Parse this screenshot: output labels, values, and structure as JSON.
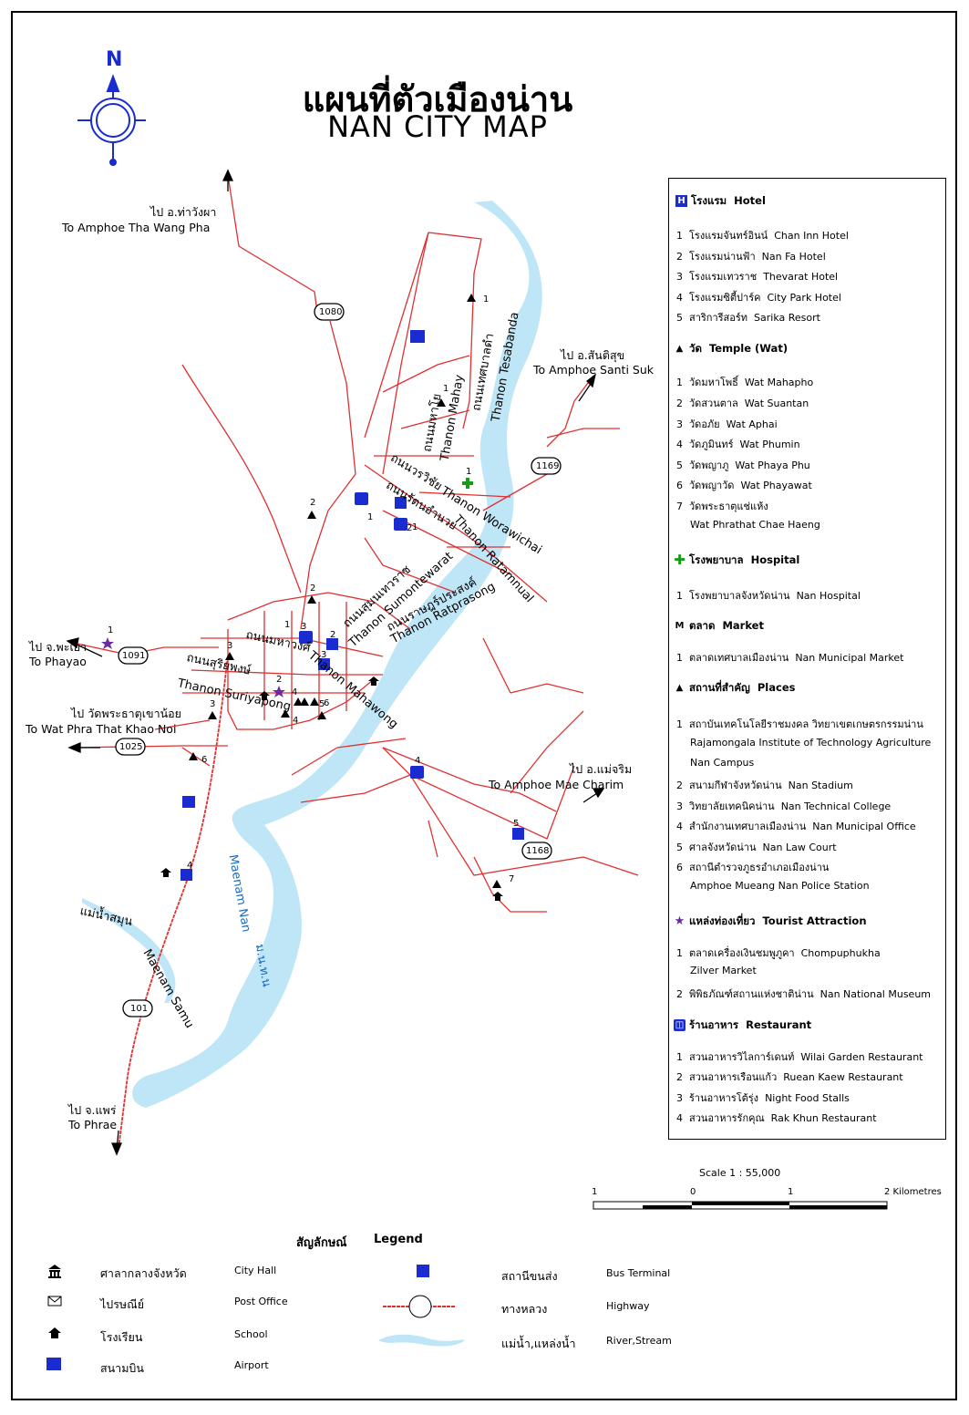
{
  "title": {
    "thai": "แผนที่ตัวเมืองน่าน",
    "english": "NAN CITY MAP"
  },
  "compass": {
    "letter": "N"
  },
  "destinations": [
    {
      "thai": "ไป อ.ท่าวังผา",
      "english": "To Amphoe Tha Wang Pha"
    },
    {
      "thai": "ไป อ.สันติสุข",
      "english": "To Amphoe Santi Suk"
    },
    {
      "thai": "ไป จ.พะเยา",
      "english": "To Phayao"
    },
    {
      "thai": "ไป วัดพระธาตุเขาน้อย",
      "english": "To Wat Phra That Khao Noi"
    },
    {
      "thai": "ไป อ.แม่จริม",
      "english": "To Amphoe Mae Charim"
    },
    {
      "thai": "ไป จ.แพร่",
      "english": "To Phrae"
    }
  ],
  "routes": [
    "1080",
    "1169",
    "1091",
    "1025",
    "1168",
    "101"
  ],
  "roads": [
    "ถนนเทศบาลดำ",
    "Thanon Tesabanda",
    "ถนนมหาโย",
    "Thanon Mahay",
    "ถนนวรวิชัย",
    "Thanon Worawichai",
    "ถนนรัตนอำนวย",
    "Thanon Ratamnual",
    "ถนนสุมนเทวราช",
    "Thanon Sumontewarat",
    "ถนนราษฎร์ประสงค์",
    "Thanon Ratprasong",
    "ถนนมหาวงศ์",
    "Thanon Mahawong",
    "ถนนสุริยพงษ์",
    "Thanon Suriyapong"
  ],
  "rivers": [
    "แม่น้ำสมุน",
    "Maenam Samu",
    "Maenam Nan",
    "ม.น.ท.น"
  ],
  "map_numbers": [
    "1",
    "1",
    "1",
    "2",
    "1",
    "2",
    "2",
    "1",
    "3",
    "1",
    "2",
    "3",
    "3",
    "2",
    "4",
    "4",
    "6",
    "3",
    "5",
    "6",
    "4",
    "5",
    "7",
    "4",
    "1"
  ],
  "legend": {
    "hotel": {
      "title_th": "โรงแรม",
      "title_en": "Hotel",
      "items": [
        {
          "n": "1",
          "th": "โรงแรมจันทร์อินน์",
          "en": "Chan Inn Hotel"
        },
        {
          "n": "2",
          "th": "โรงแรมน่านฟ้า",
          "en": "Nan Fa Hotel"
        },
        {
          "n": "3",
          "th": "โรงแรมเทวราช",
          "en": "Thevarat Hotel"
        },
        {
          "n": "4",
          "th": "โรงแรมซิตี้ปาร์ค",
          "en": "City Park Hotel"
        },
        {
          "n": "5",
          "th": "สาริการีสอร์ท",
          "en": "Sarika Resort"
        }
      ]
    },
    "temple": {
      "title_th": "วัด",
      "title_en": "Temple (Wat)",
      "items": [
        {
          "n": "1",
          "th": "วัดมหาโพธิ์",
          "en": "Wat Mahapho"
        },
        {
          "n": "2",
          "th": "วัดสวนตาล",
          "en": "Wat Suantan"
        },
        {
          "n": "3",
          "th": "วัดอภัย",
          "en": "Wat Aphai"
        },
        {
          "n": "4",
          "th": "วัดภูมินทร์",
          "en": "Wat Phumin"
        },
        {
          "n": "5",
          "th": "วัดพญาภู",
          "en": "Wat Phaya Phu"
        },
        {
          "n": "6",
          "th": "วัดพญาวัด",
          "en": "Wat Phayawat"
        },
        {
          "n": "7",
          "th": "วัดพระธาตุแช่แห้ง",
          "en": ""
        }
      ],
      "extra": "Wat Phrathat Chae Haeng"
    },
    "hospital": {
      "title_th": "โรงพยาบาล",
      "title_en": "Hospital",
      "items": [
        {
          "n": "1",
          "th": "โรงพยาบาลจังหวัดน่าน",
          "en": "Nan Hospital"
        }
      ]
    },
    "market": {
      "symbol": "M",
      "title_th": "ตลาด",
      "title_en": "Market",
      "items": [
        {
          "n": "1",
          "th": "ตลาดเทศบาลเมืองน่าน",
          "en": "Nan Municipal Market"
        }
      ]
    },
    "places": {
      "title_th": "สถานที่สำคัญ",
      "title_en": "Places",
      "items": [
        {
          "n": "1",
          "th": "สถาบันเทคโนโลยีราชมงคล วิทยาเขตเกษตรกรรมน่าน",
          "en": ""
        },
        {
          "n": "2",
          "th": "สนามกีฬาจังหวัดน่าน",
          "en": "Nan Stadium"
        },
        {
          "n": "3",
          "th": "วิทยาลัยเทคนิคน่าน",
          "en": "Nan Technical College"
        },
        {
          "n": "4",
          "th": "สำนักงานเทศบาลเมืองน่าน",
          "en": "Nan Municipal Office"
        },
        {
          "n": "5",
          "th": "ศาลจังหวัดน่าน",
          "en": "Nan Law Court"
        },
        {
          "n": "6",
          "th": "สถานีตำรวจภูธรอำเภอเมืองน่าน",
          "en": ""
        }
      ],
      "extra1a": "Rajamongala Institute of Technology Agriculture",
      "extra1b": "Nan Campus",
      "extra6": "Amphoe Mueang Nan Police Station"
    },
    "tourist": {
      "title_th": "แหล่งท่องเที่ยว",
      "title_en": "Tourist Attraction",
      "items": [
        {
          "n": "1",
          "th": "ตลาดเครื่องเงินชมพูภูคา",
          "en": "Chompuphukha"
        },
        {
          "n": "2",
          "th": "พิพิธภัณฑ์สถานแห่งชาติน่าน",
          "en": "Nan National Museum"
        }
      ],
      "extra1": "Zilver Market"
    },
    "restaurant": {
      "title_th": "ร้านอาหาร",
      "title_en": "Restaurant",
      "items": [
        {
          "n": "1",
          "th": "สวนอาหารวิไลการ์เดนท์",
          "en": "Wilai Garden Restaurant"
        },
        {
          "n": "2",
          "th": "สวนอาหารเรือนแก้ว",
          "en": "Ruean Kaew Restaurant"
        },
        {
          "n": "3",
          "th": "ร้านอาหารโต้รุ่ง",
          "en": "Night Food Stalls"
        },
        {
          "n": "4",
          "th": "สวนอาหารรักคุณ",
          "en": "Rak Khun Restaurant"
        }
      ]
    }
  },
  "scale": {
    "label": "Scale 1 : 55,000",
    "ticks": [
      "1",
      "0",
      "1",
      "2 Kilometres"
    ]
  },
  "bottom_legend": {
    "title_th": "สัญลักษณ์",
    "title_en": "Legend",
    "items": [
      {
        "th": "ศาลากลางจังหวัด",
        "en": "City Hall",
        "icon": "city-hall-icon"
      },
      {
        "th": "ไปรษณีย์",
        "en": "Post Office",
        "icon": "post-office-icon"
      },
      {
        "th": "โรงเรียน",
        "en": "School",
        "icon": "school-icon"
      },
      {
        "th": "สนามบิน",
        "en": "Airport",
        "icon": "airport-icon"
      },
      {
        "th": "สถานีขนส่ง",
        "en": "Bus Terminal",
        "icon": "bus-terminal-icon"
      },
      {
        "th": "ทางหลวง",
        "en": "Highway",
        "icon": "highway-icon"
      },
      {
        "th": "แม่น้ำ,แหล่งน้ำ",
        "en": "River,Stream",
        "icon": "river-icon"
      }
    ]
  },
  "colors": {
    "road": "#e03030",
    "river": "#bfe6f7",
    "symbol_blue": "#1a2bd0",
    "hospital_green": "#1a9a1a",
    "tourist_purple": "#6a2aa0"
  }
}
